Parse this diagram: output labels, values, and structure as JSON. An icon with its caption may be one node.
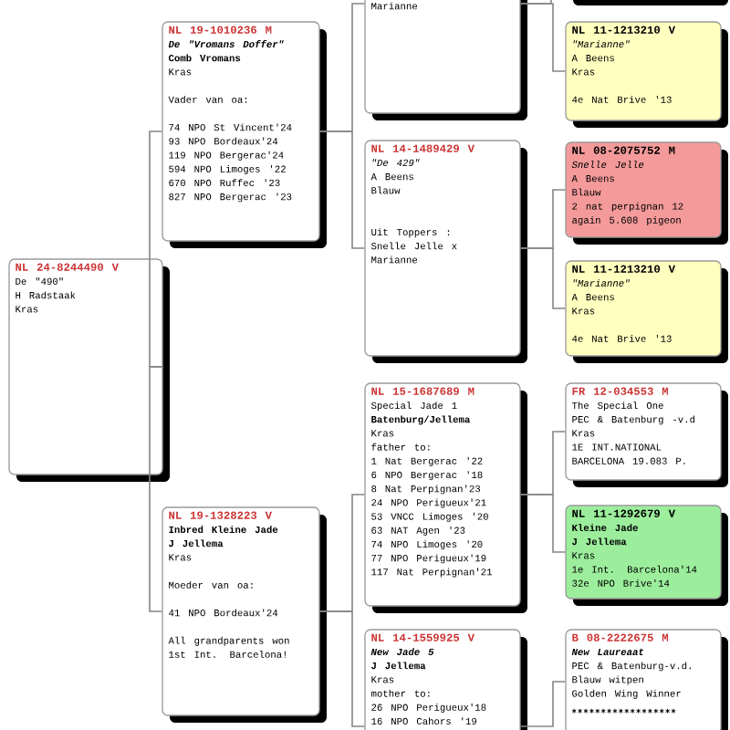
{
  "diagram": {
    "nodes": [
      {
        "text": [
          "NL 24-8244490 V",
          "De \"490\"",
          "H Radstaak",
          "Kras"
        ]
      },
      {
        "text": [
          "NL 19-1010236 M",
          "De \"Vromans Doffer\"",
          "Comb Vromans",
          "Kras",
          "Vader van oa:",
          "74 NPO St Vincent'24",
          "93 NPO Bordeaux'24",
          "119 NPO Bergerac'24",
          "594 NPO Limoges '22",
          "670 NPO Ruffec '23",
          "827 NPO Bergerac '23"
        ]
      },
      {
        "text": [
          "NL 19-1328223 V",
          "Inbred Kleine Jade",
          "J Jellema",
          "Kras",
          "Moeder van oa:",
          "41 NPO Bordeaux'24",
          "All grandparents won 1st Int. Barcelona!"
        ]
      },
      {
        "text": [
          "Marianne"
        ]
      },
      {
        "text": [
          "NL 14-1489429 V",
          "\"De 429\"",
          "A Beens",
          "Blauw",
          "Uit Toppers : Snelle Jelle x Marianne"
        ]
      },
      {
        "text": [
          "NL 15-1687689 M",
          "Special Jade 1",
          "Batenburg/Jellema",
          "Kras",
          "father to:",
          "1 Nat Bergerac '22",
          "6 NPO Bergerac '18",
          "8 Nat Perpignan'23",
          "24 NPO Perigueux'21",
          "53 VNCC Limoges '20",
          "63 NAT Agen '23",
          "74 NPO Limoges '20",
          "77 NPO Perigueux'19",
          "117 Nat Perpignan'21"
        ]
      },
      {
        "text": [
          "NL 14-1559925 V",
          "New Jade 5",
          "J Jellema",
          "Kras",
          "mother to:",
          "26 NPO Perigueux'18",
          "16 NPO Cahors '19"
        ]
      },
      {
        "text": [],
        "shape": "box"
      },
      {
        "text": [
          "NL 11-1213210 V",
          "\"Marianne\"",
          "A Beens",
          "Kras",
          "4e Nat Brive '13"
        ]
      },
      {
        "text": [
          "NL 08-2075752 M",
          "Snelle Jelle",
          "A Beens",
          "Blauw",
          "2 nat perpignan 12 again 5.608 pigeon"
        ]
      },
      {
        "text": [
          "NL 11-1213210 V",
          "\"Marianne\"",
          "A Beens",
          "Kras",
          "4e Nat Brive '13"
        ]
      },
      {
        "text": [
          "FR 12-034553 M",
          "The Special One",
          "PEC & Batenburg -v.d",
          "Kras",
          "1E INT.NATIONAL BARCELONA 19.083 P."
        ]
      },
      {
        "text": [
          "NL 11-1292679 V",
          "Kleine Jade",
          "J Jellema",
          "Kras",
          "1e Int. Barcelona'14",
          "32e NPO Brive'14"
        ]
      },
      {
        "text": [
          "B 08-2222675 M",
          "New Laureaat",
          "PEC & Batenburg-v.d.",
          "Blauw witpen",
          "Golden Wing Winner"
        ]
      }
    ],
    "edges": [
      {
        "from": 0,
        "to": 1,
        "arrow": "none"
      },
      {
        "from": 0,
        "to": 2,
        "arrow": "none"
      },
      {
        "from": 1,
        "to": 3,
        "arrow": "none"
      },
      {
        "from": 1,
        "to": 4,
        "arrow": "none"
      },
      {
        "from": 2,
        "to": 5,
        "arrow": "none"
      },
      {
        "from": 2,
        "to": 6,
        "arrow": "none"
      },
      {
        "from": 3,
        "to": null,
        "arrow": "none"
      },
      {
        "from": 3,
        "to": 8,
        "arrow": "none"
      },
      {
        "from": 4,
        "to": 9,
        "arrow": "none"
      },
      {
        "from": 4,
        "to": 10,
        "arrow": "none"
      },
      {
        "from": 5,
        "to": 11,
        "arrow": "none"
      },
      {
        "from": 5,
        "to": 12,
        "arrow": "none"
      },
      {
        "from": 6,
        "to": 13,
        "arrow": "none"
      }
    ]
  }
}
